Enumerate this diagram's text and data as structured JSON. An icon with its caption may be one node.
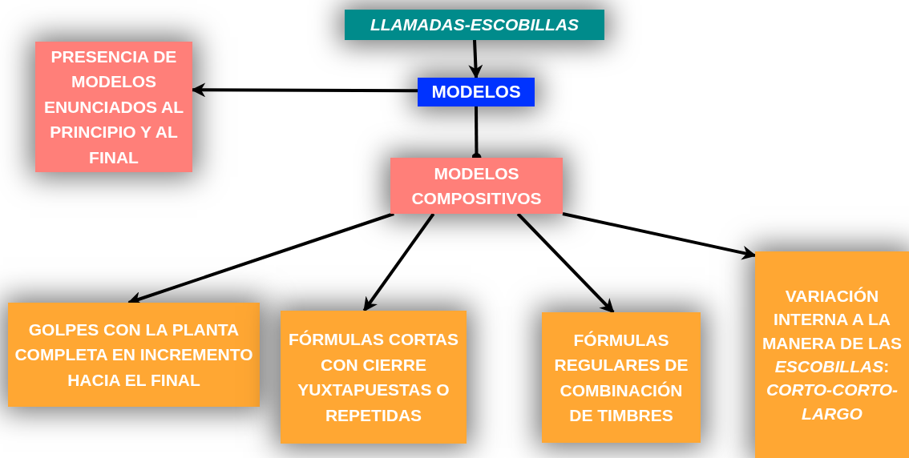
{
  "diagram": {
    "nodes": [
      {
        "text": [
          "LLAMADAS-ESCOBILLAS"
        ]
      },
      {
        "text": [
          "MODELOS"
        ]
      },
      {
        "text": [
          "PRESENCIA DE MODELOS ENUNCIADOS AL PRINCIPIO Y AL FINAL"
        ]
      },
      {
        "text": [
          "MODELOS COMPOSITIVOS"
        ]
      },
      {
        "text": [
          "GOLPES CON LA PLANTA COMPLETA EN INCREMENTO HACIA EL FINAL"
        ]
      },
      {
        "text": [
          "FÓRMULAS CORTAS CON CIERRE YUXTAPUESTAS O REPETIDAS"
        ]
      },
      {
        "text": [
          "FÓRMULAS REGULARES DE COMBINACIÓN DE TIMBRES"
        ]
      },
      {
        "text": [
          "VARIACIÓN INTERNA A LA MANERA DE LAS *ESCOBILLAS*: *CORTO-CORTO-LARGO*"
        ]
      }
    ],
    "edges": [
      {
        "from": 0,
        "to": 1,
        "arrow": "to"
      },
      {
        "from": 1,
        "to": 2,
        "arrow": "to"
      },
      {
        "from": 1,
        "to": 3,
        "arrow": "other"
      },
      {
        "from": 3,
        "to": 4,
        "arrow": "to"
      },
      {
        "from": 3,
        "to": 5,
        "arrow": "to"
      },
      {
        "from": 3,
        "to": 6,
        "arrow": "to"
      },
      {
        "from": 3,
        "to": 7,
        "arrow": "to"
      }
    ]
  }
}
